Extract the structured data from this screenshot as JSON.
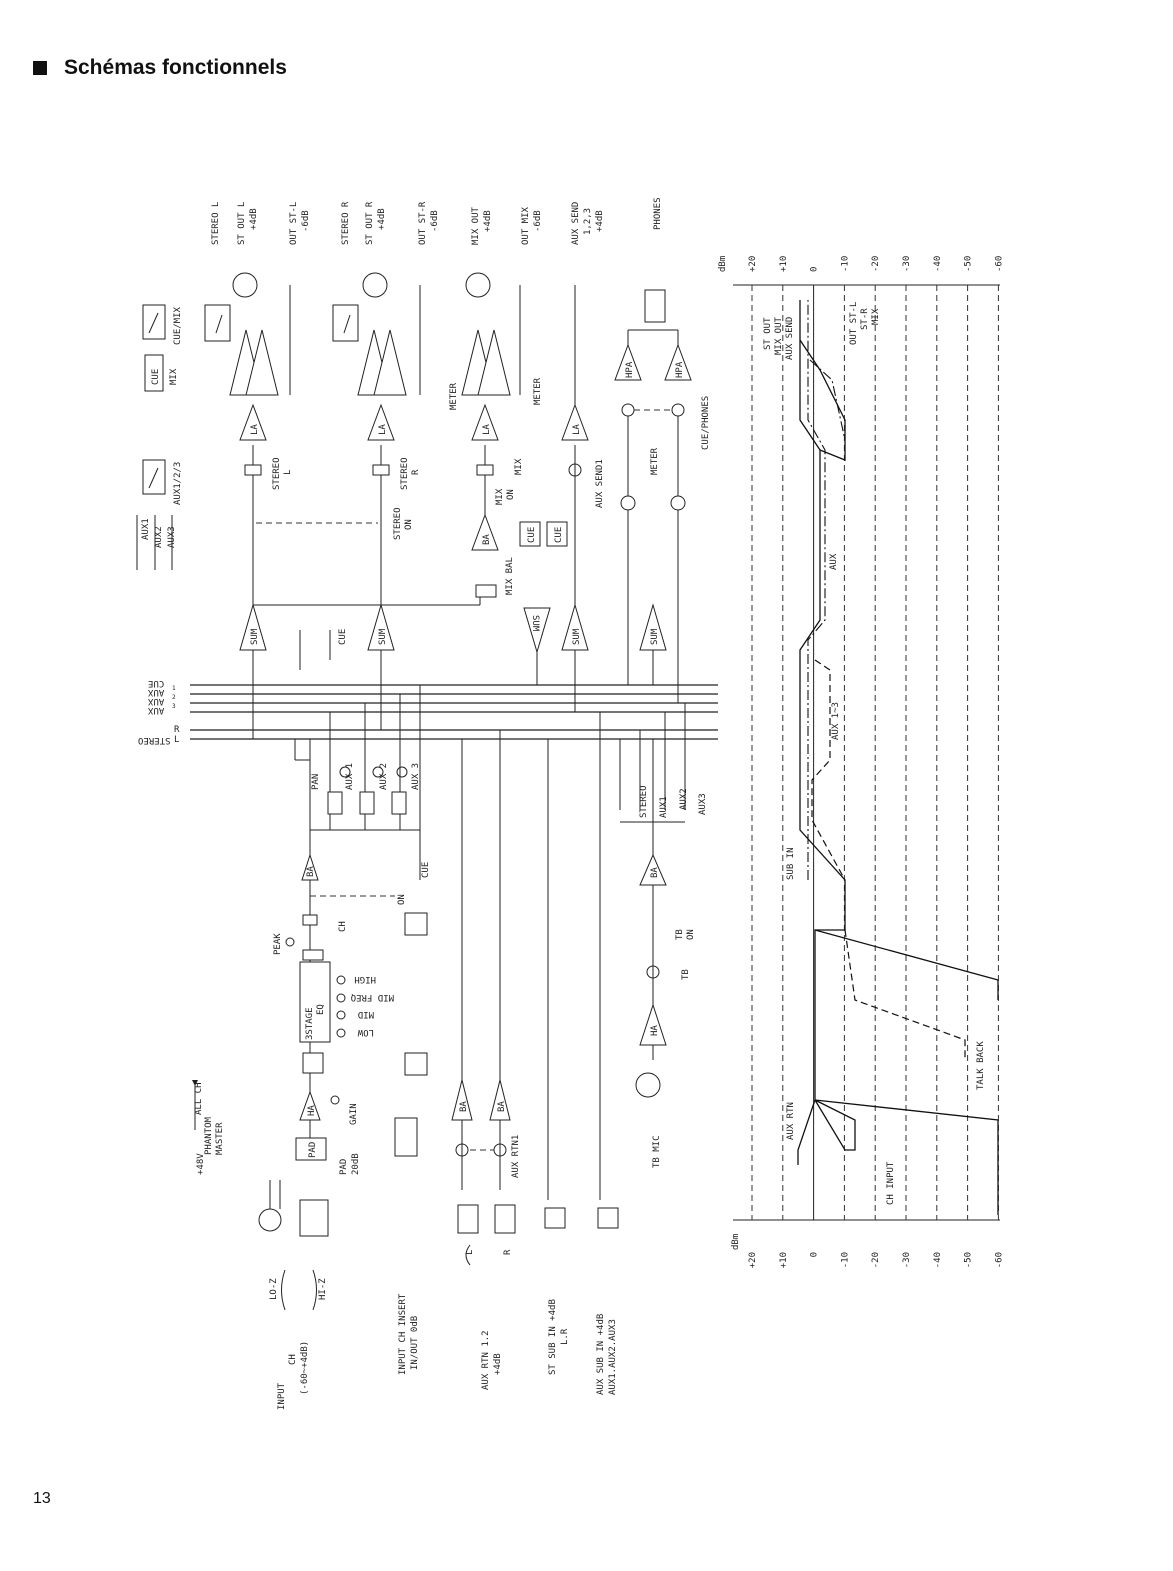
{
  "page": {
    "title": "Schémas fonctionnels",
    "number": "13"
  },
  "buses": [
    "CUE",
    "AUX",
    "AUX",
    "AUX",
    "STEREO",
    "R",
    "L"
  ],
  "bus_aux_numbers": [
    "1",
    "2",
    "3"
  ],
  "outputs": {
    "stereo_l": "STEREO L",
    "st_out_l": "ST OUT L",
    "st_out_l_level": "+4dB",
    "out_st_l": "OUT ST-L",
    "out_st_l_level": "-6dB",
    "stereo_r": "STEREO R",
    "st_out_r": "ST OUT R",
    "st_out_r_level": "+4dB",
    "out_st_r": "OUT ST-R",
    "out_st_r_level": "-6dB",
    "mix_out": "MIX OUT",
    "mix_out_level": "+4dB",
    "out_mix": "OUT MIX",
    "out_mix_level": "-6dB",
    "aux_send": "AUX SEND",
    "aux_send_nums": "1,2,3",
    "aux_send_level": "+4dB",
    "phones": "PHONES"
  },
  "inputs": {
    "plus48v": "+48V",
    "phantom": "PHANTOM",
    "master": "MASTER",
    "all_ch": "ALL CH",
    "lo_z": "LO-Z",
    "hi_z": "HI-Z",
    "input": "INPUT",
    "ch": "CH",
    "ch_range": "(-60~+4dB)",
    "insert": "INPUT CH INSERT",
    "insert_level": "IN/OUT 0dB",
    "aux_rtn": "AUX RTN 1.2",
    "aux_rtn_level": "+4dB",
    "l": "L",
    "r": "R",
    "st_sub_in": "ST SUB IN +4dB",
    "st_sub_in_lr": "L.R",
    "aux_sub_in": "AUX SUB IN +4dB",
    "aux_sub_in_list": "AUX1.AUX2.AUX3",
    "tb_mic": "TB MIC"
  },
  "blocks": {
    "sum": "SUM",
    "la": "LA",
    "ba": "BA",
    "ha": "HA",
    "hpa": "HPA",
    "pad": "PAD",
    "eq_line1": "3STAGE",
    "eq_line2": "EQ",
    "cue": "CUE",
    "mix": "MIX"
  },
  "controls": {
    "gain": "GAIN",
    "pad_20db": "20dB",
    "high": "HIGH",
    "mid_freq": "MID FREQ",
    "mid": "MID",
    "low": "LOW",
    "peak": "PEAK",
    "ch": "CH",
    "on": "ON",
    "cue": "CUE",
    "pan": "PAN",
    "aux1": "AUX 1",
    "aux2": "AUX 2",
    "aux3": "AUX 3",
    "aux_rtn1": "AUX RTN1",
    "tb": "TB",
    "tb_on_1": "TB",
    "tb_on_2": "ON",
    "tb_stereo": "STEREO",
    "tb_aux1": "AUX1",
    "tb_aux2": "AUX2",
    "tb_aux3": "AUX3",
    "stereo_l_fader": "STEREO",
    "stereo_l_fader_ch": "L",
    "stereo_r_fader": "STEREO",
    "stereo_r_fader_ch": "R",
    "stereo_on_1": "STEREO",
    "stereo_on_2": "ON",
    "mix_on_1": "MIX",
    "mix_on_2": "ON",
    "mix_fader": "MIX",
    "mix_bal": "MIX BAL",
    "aux_send1": "AUX SEND1",
    "meter": "METER",
    "cue_phones": "CUE/PHONES",
    "meter_aux_sel_1": "AUX1",
    "meter_aux_sel_2": "AUX2",
    "meter_aux_sel_3": "AUX3",
    "meter_aux": "AUX1/2/3",
    "meter_cue_1": "CUE",
    "meter_cue_2": "MIX",
    "meter_cuemix": "CUE/MIX"
  },
  "level_diagram": {
    "unit": "dBm",
    "scale": [
      "+20",
      "+10",
      "0",
      "-10",
      "-20",
      "-30",
      "-40",
      "-50",
      "-60"
    ],
    "labels": {
      "st_out": "ST OUT",
      "mix_out": "MIX OUT",
      "aux_send": "AUX SEND",
      "out_st_l": "OUT ST-L",
      "st_r": "ST-R",
      "mix": "MIX",
      "aux": "AUX",
      "aux_1_3": "AUX 1~3",
      "sub_in": "SUB IN",
      "talk_back": "TALK BACK",
      "aux_rtn": "AUX RTN",
      "ch_input": "CH INPUT"
    }
  }
}
